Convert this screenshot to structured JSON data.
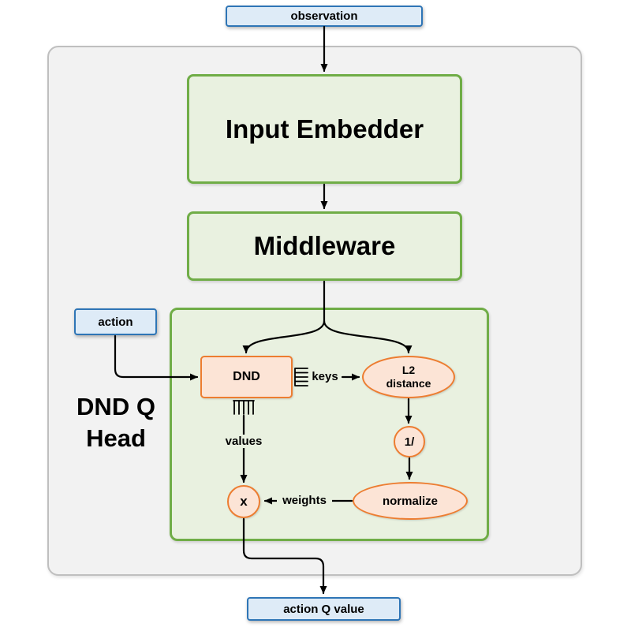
{
  "diagram": {
    "nodes": {
      "observation": "observation",
      "input_embedder": "Input Embedder",
      "middleware": "Middleware",
      "head_label_line1": "DND Q",
      "head_label_line2": "Head",
      "action": "action",
      "dnd": "DND",
      "l2_line1": "L2",
      "l2_line2": "distance",
      "reciprocal": "1/",
      "multiply": "x",
      "normalize": "normalize",
      "action_q_value": "action Q value"
    },
    "edge_labels": {
      "keys": "keys",
      "values": "values",
      "weights": "weights"
    },
    "colors": {
      "blue_border": "#2E75B6",
      "blue_fill": "#DEEBF7",
      "green_border": "#70AD47",
      "green_fill": "#E9F1E0",
      "orange_border": "#ED7D31",
      "orange_fill": "#FCE4D6",
      "gray_border": "#BFBFBF",
      "gray_fill": "#F2F2F2",
      "arrow": "#000000"
    }
  }
}
